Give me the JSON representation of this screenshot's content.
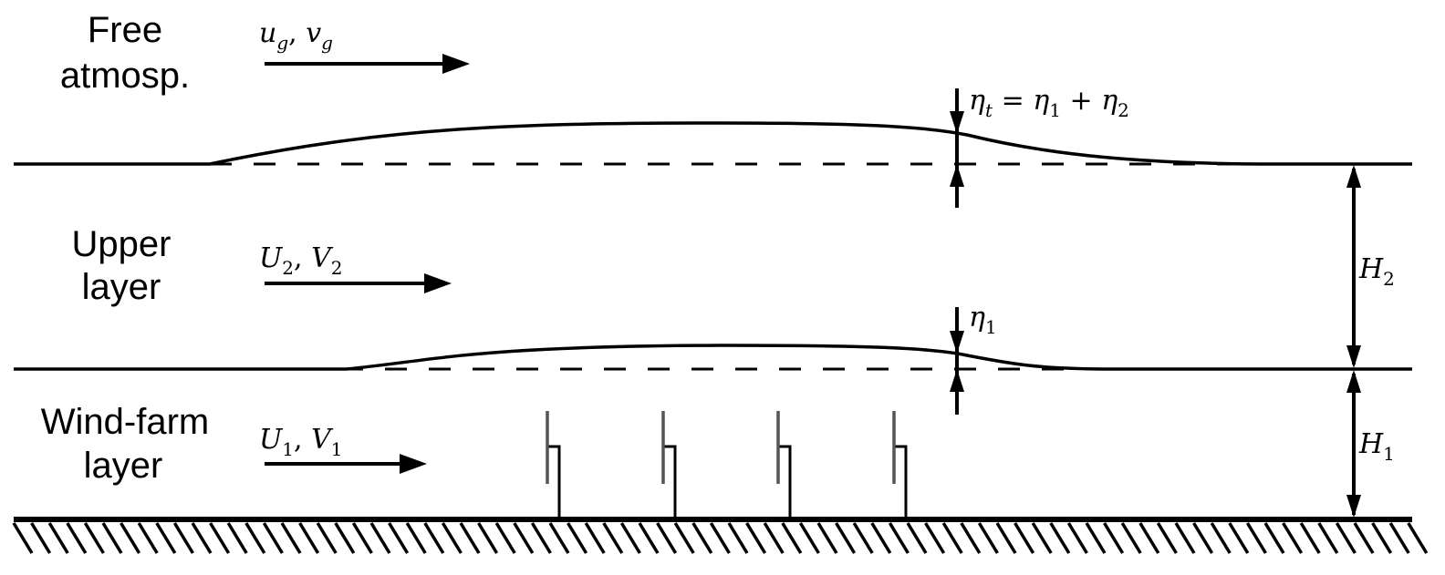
{
  "layers": [
    {
      "line1": "Free",
      "line2": "atmosp."
    },
    {
      "line1": "Upper",
      "line2": "layer"
    },
    {
      "line1": "Wind-farm",
      "line2": "layer"
    }
  ],
  "velocities": [
    {
      "a": "u",
      "a_sub": "g",
      "sep": ", ",
      "b": "v",
      "b_sub": "g"
    },
    {
      "a": "U",
      "a_sub": "2",
      "sep": ", ",
      "b": "V",
      "b_sub": "2"
    },
    {
      "a": "U",
      "a_sub": "1",
      "sep": ", ",
      "b": "V",
      "b_sub": "1"
    }
  ],
  "eta_t": {
    "a": "η",
    "a_sub": "t",
    "eq": " = ",
    "b": "η",
    "b_sub": "1",
    "plus": " + ",
    "c": "η",
    "c_sub": "2"
  },
  "eta_1": {
    "a": "η",
    "a_sub": "1"
  },
  "heights": [
    {
      "a": "H",
      "a_sub": "2"
    },
    {
      "a": "H",
      "a_sub": "1"
    }
  ],
  "colors": {
    "line": "#000000",
    "blade": "#555555"
  }
}
